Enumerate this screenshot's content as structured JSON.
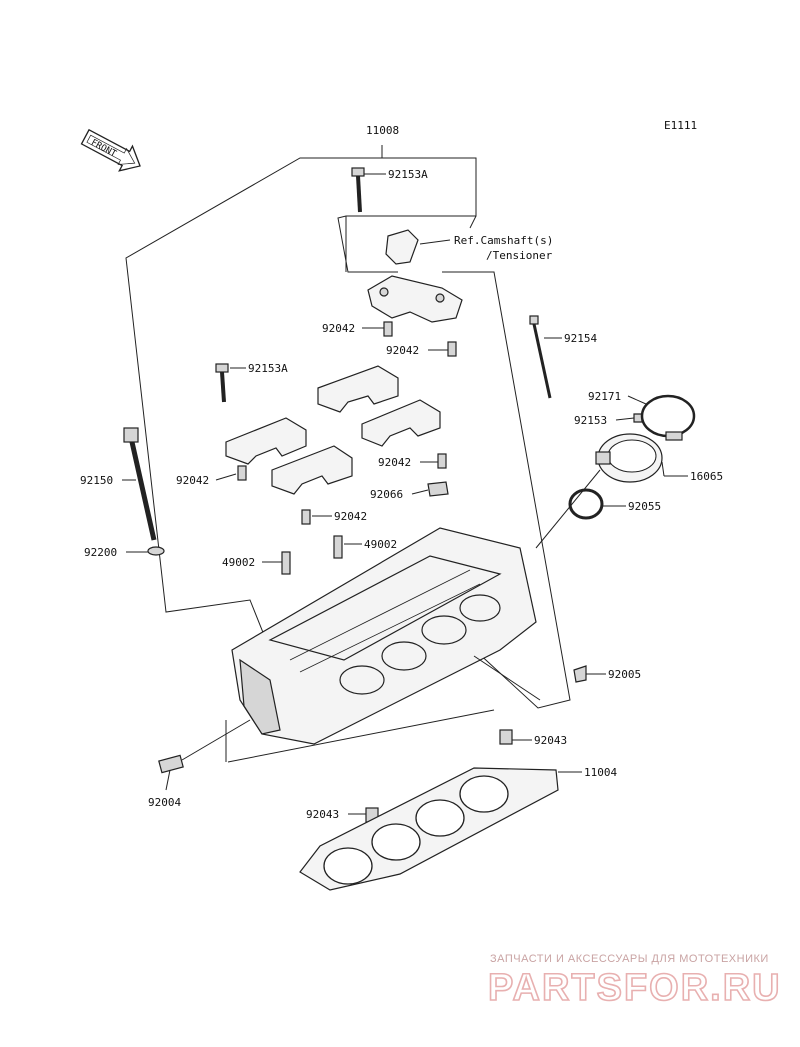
{
  "diagram_id": "E1111",
  "front_label": "FRONT",
  "reference_note": {
    "line1": "Ref.Camshaft(s)",
    "line2": "/Tensioner"
  },
  "part_labels": [
    {
      "id": "11008",
      "text": "11008"
    },
    {
      "id": "92153A-top",
      "text": "92153A"
    },
    {
      "id": "92042-a",
      "text": "92042"
    },
    {
      "id": "92042-b",
      "text": "92042"
    },
    {
      "id": "92154",
      "text": "92154"
    },
    {
      "id": "92153A-mid",
      "text": "92153A"
    },
    {
      "id": "92171",
      "text": "92171"
    },
    {
      "id": "92153",
      "text": "92153"
    },
    {
      "id": "16065",
      "text": "16065"
    },
    {
      "id": "92150",
      "text": "92150"
    },
    {
      "id": "92042-c",
      "text": "92042"
    },
    {
      "id": "92042-d",
      "text": "92042"
    },
    {
      "id": "92066",
      "text": "92066"
    },
    {
      "id": "92055",
      "text": "92055"
    },
    {
      "id": "92042-e",
      "text": "92042"
    },
    {
      "id": "92200",
      "text": "92200"
    },
    {
      "id": "49002-a",
      "text": "49002"
    },
    {
      "id": "49002-b",
      "text": "49002"
    },
    {
      "id": "92005",
      "text": "92005"
    },
    {
      "id": "92043-a",
      "text": "92043"
    },
    {
      "id": "11004",
      "text": "11004"
    },
    {
      "id": "92004",
      "text": "92004"
    },
    {
      "id": "92043-b",
      "text": "92043"
    }
  ],
  "watermark": {
    "tagline": "ЗАПЧАСТИ И АКСЕССУАРЫ ДЛЯ МОТОТЕХНИКИ",
    "brand": "PARTSFOR.RU"
  }
}
